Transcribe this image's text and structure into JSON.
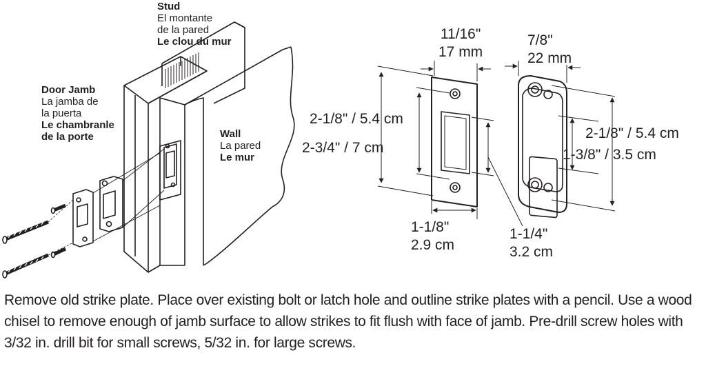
{
  "labels": {
    "stud": {
      "en": "Stud",
      "es": "El montante",
      "es2": "de la pared",
      "fr": "Le clou du mur"
    },
    "door_jamb": {
      "en": "Door Jamb",
      "es": "La jamba de",
      "es2": "la puerta",
      "fr": "Le chambranle",
      "fr2": "de la porte"
    },
    "wall": {
      "en": "Wall",
      "es": "La pared",
      "fr": "Le mur"
    }
  },
  "dimensions": {
    "plate_a_width": {
      "imperial": "11/16\"",
      "metric": "17 mm"
    },
    "plate_b_width": {
      "imperial": "7/8\"",
      "metric": "22 mm"
    },
    "plate_a_hole_spacing": "2-1/8\" / 5.4 cm",
    "plate_a_height": "2-3/4\" / 7 cm",
    "plate_b_hole_spacing": "2-1/8\" / 5.4 cm",
    "plate_b_opening": "1-3/8\" / 3.5 cm",
    "plate_a_overall_width": {
      "imperial": "1-1/8\"",
      "metric": "2.9 cm"
    },
    "plate_b_overall_width": {
      "imperial": "1-1/4\"",
      "metric": "3.2 cm"
    }
  },
  "instructions": "Remove old strike plate. Place over existing bolt or latch hole and outline strike plates with a pencil. Use a wood chisel to remove enough of jamb surface to allow strikes to fit flush with face of jamb. Pre-drill screw holes with 3/32 in. drill bit for small screws, 5/32 in. for large screws."
}
